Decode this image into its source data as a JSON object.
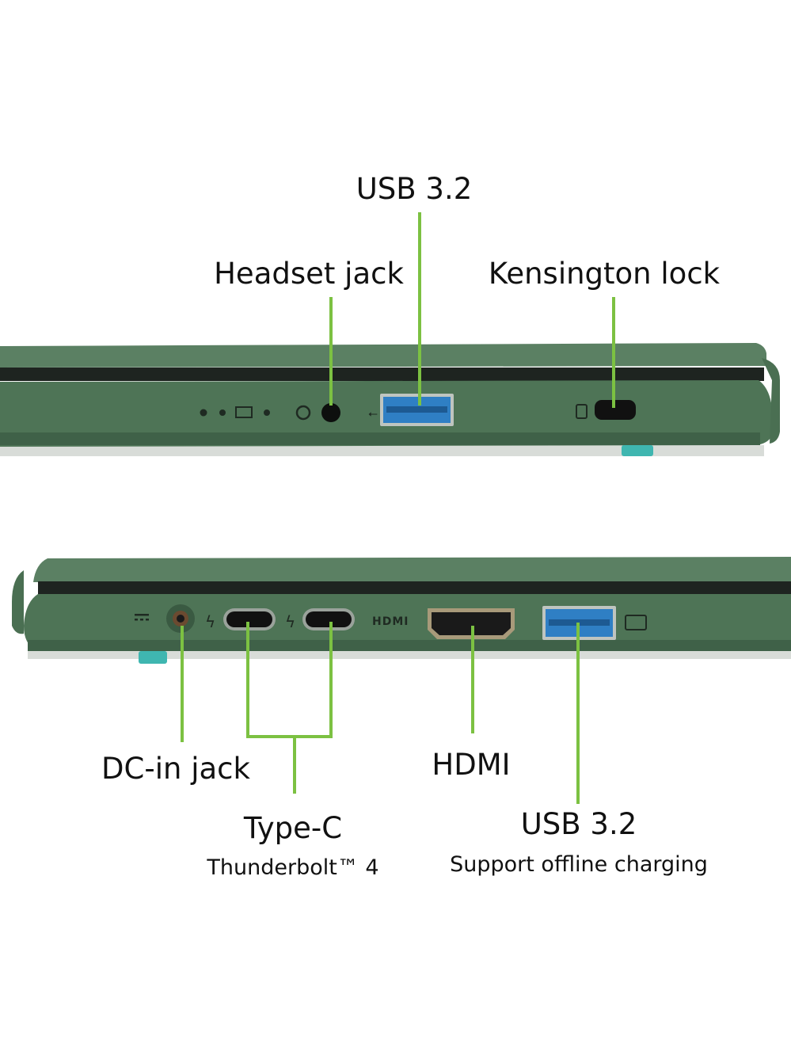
{
  "colors": {
    "callout_line": "#7cc142",
    "body": "#4e7456",
    "lid": "#5b8063",
    "usb_blue": "#2f7fc4",
    "foot": "#3fb6b0"
  },
  "top_view": {
    "labels": {
      "usb": "USB 3.2",
      "headset": "Headset jack",
      "kensington": "Kensington lock"
    }
  },
  "bottom_view": {
    "labels": {
      "dc_in": "DC-in jack",
      "type_c": "Type-C",
      "type_c_sub": "Thunderbolt™ 4",
      "hdmi": "HDMI",
      "usb": "USB 3.2",
      "usb_sub": "Support offline charging"
    },
    "port_marking_hdmi": "HDMI"
  }
}
